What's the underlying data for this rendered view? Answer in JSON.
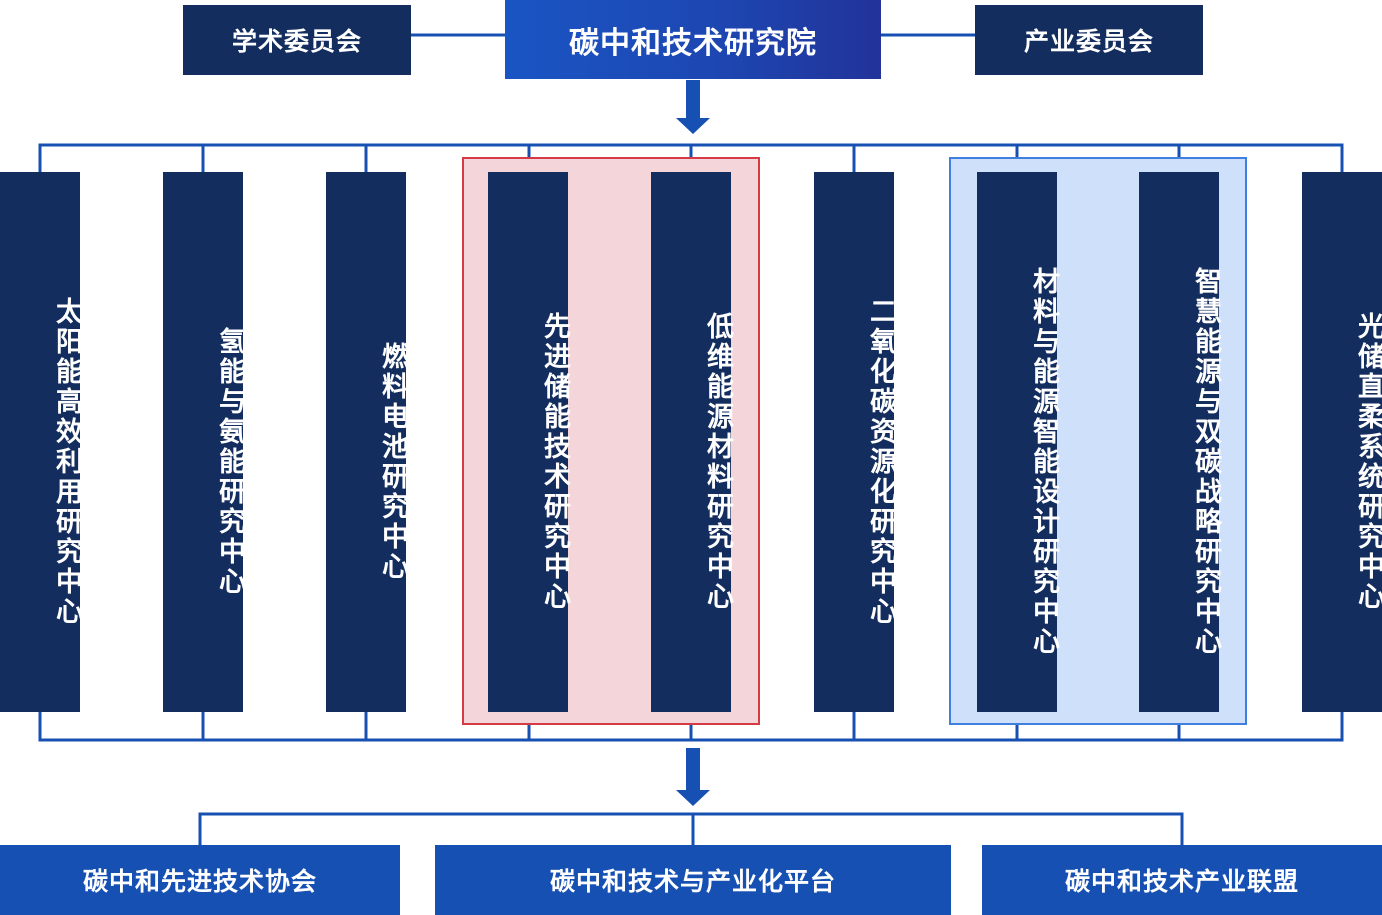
{
  "institute": "碳中和技术研究院",
  "committees": {
    "academic": "学术委员会",
    "industry": "产业委员会"
  },
  "centers": [
    "太阳能高效利用研究中心",
    "氢能与氨能研究中心",
    "燃料电池研究中心",
    "先进储能技术研究中心",
    "低维能源材料研究中心",
    "二氧化碳资源化研究中心",
    "材料与能源智能设计研究中心",
    "智慧能源与双碳战略研究中心",
    "光储直柔系统研究中心"
  ],
  "outputs": [
    "碳中和先进技术协会",
    "碳中和技术与产业化平台",
    "碳中和技术产业联盟"
  ],
  "colors": {
    "dark_navy": "#142d5f",
    "blue": "#1750b3",
    "red_group_fill": "#f4d6da",
    "red_group_border": "#d63a45",
    "blue_group_fill": "#cfe0fb",
    "blue_group_border": "#3f7fe0"
  }
}
